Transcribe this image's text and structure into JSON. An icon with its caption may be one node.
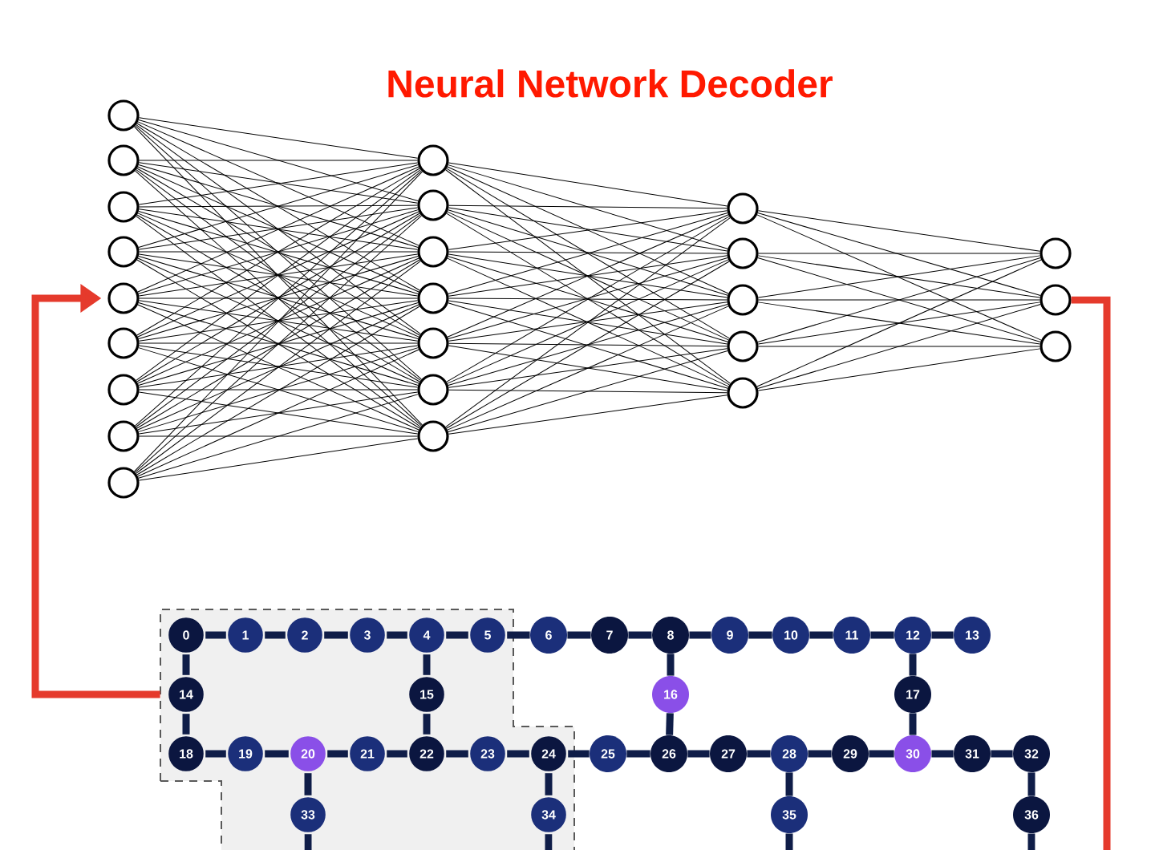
{
  "diagram": {
    "title": "Neural Network Decoder",
    "nodes": [
      {
        "text": [],
        "shape": "circle"
      },
      {
        "text": [],
        "shape": "circle"
      },
      {
        "text": [],
        "shape": "circle"
      },
      {
        "text": [],
        "shape": "circle"
      },
      {
        "text": [],
        "shape": "circle"
      },
      {
        "text": [],
        "shape": "circle"
      },
      {
        "text": [],
        "shape": "circle"
      },
      {
        "text": [],
        "shape": "circle"
      },
      {
        "text": [],
        "shape": "circle"
      },
      {
        "text": [],
        "shape": "circle"
      },
      {
        "text": [],
        "shape": "circle"
      },
      {
        "text": [],
        "shape": "circle"
      },
      {
        "text": [],
        "shape": "circle"
      },
      {
        "text": [],
        "shape": "circle"
      },
      {
        "text": [],
        "shape": "circle"
      },
      {
        "text": [],
        "shape": "circle"
      },
      {
        "text": [],
        "shape": "circle"
      },
      {
        "text": [],
        "shape": "circle"
      },
      {
        "text": [],
        "shape": "circle"
      },
      {
        "text": [],
        "shape": "circle"
      },
      {
        "text": [],
        "shape": "circle"
      },
      {
        "text": [],
        "shape": "circle"
      },
      {
        "text": [],
        "shape": "circle"
      },
      {
        "text": [],
        "shape": "circle"
      },
      {
        "text": [],
        "shape": "box"
      },
      {
        "text": [
          "0"
        ],
        "in": 24
      },
      {
        "text": [
          "1"
        ],
        "in": 24
      },
      {
        "text": [
          "2"
        ],
        "in": 24
      },
      {
        "text": [
          "3"
        ],
        "in": 24
      },
      {
        "text": [
          "4"
        ],
        "in": 24
      },
      {
        "text": [
          "5"
        ],
        "in": 24
      },
      {
        "text": [
          "6"
        ]
      },
      {
        "text": [
          "7"
        ]
      },
      {
        "text": [
          "8"
        ]
      },
      {
        "text": [
          "9"
        ]
      },
      {
        "text": [
          "10"
        ]
      },
      {
        "text": [
          "11"
        ]
      },
      {
        "text": [
          "12"
        ]
      },
      {
        "text": [
          "13"
        ]
      },
      {
        "text": [
          "14"
        ],
        "in": 24
      },
      {
        "text": [
          "15"
        ],
        "in": 24
      },
      {
        "text": [
          "16"
        ]
      },
      {
        "text": [
          "17"
        ]
      },
      {
        "text": [
          "18"
        ],
        "in": 24
      },
      {
        "text": [
          "19"
        ],
        "in": 24
      },
      {
        "text": [
          "20"
        ],
        "in": 24
      },
      {
        "text": [
          "21"
        ],
        "in": 24
      },
      {
        "text": [
          "22"
        ],
        "in": 24
      },
      {
        "text": [
          "23"
        ],
        "in": 24
      },
      {
        "text": [
          "24"
        ],
        "in": 24
      },
      {
        "text": [
          "25"
        ]
      },
      {
        "text": [
          "26"
        ]
      },
      {
        "text": [
          "27"
        ]
      },
      {
        "text": [
          "28"
        ]
      },
      {
        "text": [
          "29"
        ]
      },
      {
        "text": [
          "30"
        ]
      },
      {
        "text": [
          "31"
        ]
      },
      {
        "text": [
          "32"
        ]
      },
      {
        "text": [
          "33"
        ],
        "in": 24
      },
      {
        "text": [
          "34"
        ],
        "in": 24
      },
      {
        "text": [
          "35"
        ]
      },
      {
        "text": [
          "36"
        ]
      }
    ],
    "edges": [
      {
        "from": 0,
        "to": 9,
        "arrow": "none"
      },
      {
        "from": 0,
        "to": 10,
        "arrow": "none"
      },
      {
        "from": 0,
        "to": 11,
        "arrow": "none"
      },
      {
        "from": 0,
        "to": 12,
        "arrow": "none"
      },
      {
        "from": 0,
        "to": 13,
        "arrow": "none"
      },
      {
        "from": 0,
        "to": 14,
        "arrow": "none"
      },
      {
        "from": 0,
        "to": 15,
        "arrow": "none"
      },
      {
        "from": 1,
        "to": 9,
        "arrow": "none"
      },
      {
        "from": 1,
        "to": 10,
        "arrow": "none"
      },
      {
        "from": 1,
        "to": 11,
        "arrow": "none"
      },
      {
        "from": 1,
        "to": 12,
        "arrow": "none"
      },
      {
        "from": 1,
        "to": 13,
        "arrow": "none"
      },
      {
        "from": 1,
        "to": 14,
        "arrow": "none"
      },
      {
        "from": 1,
        "to": 15,
        "arrow": "none"
      },
      {
        "from": 2,
        "to": 9,
        "arrow": "none"
      },
      {
        "from": 2,
        "to": 10,
        "arrow": "none"
      },
      {
        "from": 2,
        "to": 11,
        "arrow": "none"
      },
      {
        "from": 2,
        "to": 12,
        "arrow": "none"
      },
      {
        "from": 2,
        "to": 13,
        "arrow": "none"
      },
      {
        "from": 2,
        "to": 14,
        "arrow": "none"
      },
      {
        "from": 2,
        "to": 15,
        "arrow": "none"
      },
      {
        "from": 3,
        "to": 9,
        "arrow": "none"
      },
      {
        "from": 3,
        "to": 10,
        "arrow": "none"
      },
      {
        "from": 3,
        "to": 11,
        "arrow": "none"
      },
      {
        "from": 3,
        "to": 12,
        "arrow": "none"
      },
      {
        "from": 3,
        "to": 13,
        "arrow": "none"
      },
      {
        "from": 3,
        "to": 14,
        "arrow": "none"
      },
      {
        "from": 3,
        "to": 15,
        "arrow": "none"
      },
      {
        "from": 4,
        "to": 9,
        "arrow": "none"
      },
      {
        "from": 4,
        "to": 10,
        "arrow": "none"
      },
      {
        "from": 4,
        "to": 11,
        "arrow": "none"
      },
      {
        "from": 4,
        "to": 12,
        "arrow": "none"
      },
      {
        "from": 4,
        "to": 13,
        "arrow": "none"
      },
      {
        "from": 4,
        "to": 14,
        "arrow": "none"
      },
      {
        "from": 4,
        "to": 15,
        "arrow": "none"
      },
      {
        "from": 5,
        "to": 9,
        "arrow": "none"
      },
      {
        "from": 5,
        "to": 10,
        "arrow": "none"
      },
      {
        "from": 5,
        "to": 11,
        "arrow": "none"
      },
      {
        "from": 5,
        "to": 12,
        "arrow": "none"
      },
      {
        "from": 5,
        "to": 13,
        "arrow": "none"
      },
      {
        "from": 5,
        "to": 14,
        "arrow": "none"
      },
      {
        "from": 5,
        "to": 15,
        "arrow": "none"
      },
      {
        "from": 6,
        "to": 9,
        "arrow": "none"
      },
      {
        "from": 6,
        "to": 10,
        "arrow": "none"
      },
      {
        "from": 6,
        "to": 11,
        "arrow": "none"
      },
      {
        "from": 6,
        "to": 12,
        "arrow": "none"
      },
      {
        "from": 6,
        "to": 13,
        "arrow": "none"
      },
      {
        "from": 6,
        "to": 14,
        "arrow": "none"
      },
      {
        "from": 6,
        "to": 15,
        "arrow": "none"
      },
      {
        "from": 7,
        "to": 9,
        "arrow": "none"
      },
      {
        "from": 7,
        "to": 10,
        "arrow": "none"
      },
      {
        "from": 7,
        "to": 11,
        "arrow": "none"
      },
      {
        "from": 7,
        "to": 12,
        "arrow": "none"
      },
      {
        "from": 7,
        "to": 13,
        "arrow": "none"
      },
      {
        "from": 7,
        "to": 14,
        "arrow": "none"
      },
      {
        "from": 7,
        "to": 15,
        "arrow": "none"
      },
      {
        "from": 8,
        "to": 9,
        "arrow": "none"
      },
      {
        "from": 8,
        "to": 10,
        "arrow": "none"
      },
      {
        "from": 8,
        "to": 11,
        "arrow": "none"
      },
      {
        "from": 8,
        "to": 12,
        "arrow": "none"
      },
      {
        "from": 8,
        "to": 13,
        "arrow": "none"
      },
      {
        "from": 8,
        "to": 14,
        "arrow": "none"
      },
      {
        "from": 8,
        "to": 15,
        "arrow": "none"
      },
      {
        "from": 9,
        "to": 16,
        "arrow": "none"
      },
      {
        "from": 9,
        "to": 17,
        "arrow": "none"
      },
      {
        "from": 9,
        "to": 18,
        "arrow": "none"
      },
      {
        "from": 9,
        "to": 19,
        "arrow": "none"
      },
      {
        "from": 9,
        "to": 20,
        "arrow": "none"
      },
      {
        "from": 10,
        "to": 16,
        "arrow": "none"
      },
      {
        "from": 10,
        "to": 17,
        "arrow": "none"
      },
      {
        "from": 10,
        "to": 18,
        "arrow": "none"
      },
      {
        "from": 10,
        "to": 19,
        "arrow": "none"
      },
      {
        "from": 10,
        "to": 20,
        "arrow": "none"
      },
      {
        "from": 11,
        "to": 16,
        "arrow": "none"
      },
      {
        "from": 11,
        "to": 17,
        "arrow": "none"
      },
      {
        "from": 11,
        "to": 18,
        "arrow": "none"
      },
      {
        "from": 11,
        "to": 19,
        "arrow": "none"
      },
      {
        "from": 11,
        "to": 20,
        "arrow": "none"
      },
      {
        "from": 12,
        "to": 16,
        "arrow": "none"
      },
      {
        "from": 12,
        "to": 17,
        "arrow": "none"
      },
      {
        "from": 12,
        "to": 18,
        "arrow": "none"
      },
      {
        "from": 12,
        "to": 19,
        "arrow": "none"
      },
      {
        "from": 12,
        "to": 20,
        "arrow": "none"
      },
      {
        "from": 13,
        "to": 16,
        "arrow": "none"
      },
      {
        "from": 13,
        "to": 17,
        "arrow": "none"
      },
      {
        "from": 13,
        "to": 18,
        "arrow": "none"
      },
      {
        "from": 13,
        "to": 19,
        "arrow": "none"
      },
      {
        "from": 13,
        "to": 20,
        "arrow": "none"
      },
      {
        "from": 14,
        "to": 16,
        "arrow": "none"
      },
      {
        "from": 14,
        "to": 17,
        "arrow": "none"
      },
      {
        "from": 14,
        "to": 18,
        "arrow": "none"
      },
      {
        "from": 14,
        "to": 19,
        "arrow": "none"
      },
      {
        "from": 14,
        "to": 20,
        "arrow": "none"
      },
      {
        "from": 15,
        "to": 16,
        "arrow": "none"
      },
      {
        "from": 15,
        "to": 17,
        "arrow": "none"
      },
      {
        "from": 15,
        "to": 18,
        "arrow": "none"
      },
      {
        "from": 15,
        "to": 19,
        "arrow": "none"
      },
      {
        "from": 15,
        "to": 20,
        "arrow": "none"
      },
      {
        "from": 16,
        "to": 21,
        "arrow": "none"
      },
      {
        "from": 16,
        "to": 22,
        "arrow": "none"
      },
      {
        "from": 16,
        "to": 23,
        "arrow": "none"
      },
      {
        "from": 17,
        "to": 21,
        "arrow": "none"
      },
      {
        "from": 17,
        "to": 22,
        "arrow": "none"
      },
      {
        "from": 17,
        "to": 23,
        "arrow": "none"
      },
      {
        "from": 18,
        "to": 21,
        "arrow": "none"
      },
      {
        "from": 18,
        "to": 22,
        "arrow": "none"
      },
      {
        "from": 18,
        "to": 23,
        "arrow": "none"
      },
      {
        "from": 19,
        "to": 21,
        "arrow": "none"
      },
      {
        "from": 19,
        "to": 22,
        "arrow": "none"
      },
      {
        "from": 19,
        "to": 23,
        "arrow": "none"
      },
      {
        "from": 20,
        "to": 21,
        "arrow": "none"
      },
      {
        "from": 20,
        "to": 22,
        "arrow": "none"
      },
      {
        "from": 20,
        "to": 23,
        "arrow": "none"
      },
      {
        "from": 25,
        "to": 26,
        "arrow": "none",
        "style": "thick",
        "color": "#0f1d48"
      },
      {
        "from": 26,
        "to": 27,
        "arrow": "none",
        "style": "thick",
        "color": "#0f1d48"
      },
      {
        "from": 27,
        "to": 28,
        "arrow": "none",
        "style": "thick",
        "color": "#0f1d48"
      },
      {
        "from": 28,
        "to": 29,
        "arrow": "none",
        "style": "thick",
        "color": "#0f1d48"
      },
      {
        "from": 29,
        "to": 30,
        "arrow": "none",
        "style": "thick",
        "color": "#0f1d48"
      },
      {
        "from": 30,
        "to": 31,
        "arrow": "none",
        "style": "thick",
        "color": "#0f1d48"
      },
      {
        "from": 31,
        "to": 32,
        "arrow": "none",
        "style": "thick",
        "color": "#0f1d48"
      },
      {
        "from": 32,
        "to": 33,
        "arrow": "none",
        "style": "thick",
        "color": "#0f1d48"
      },
      {
        "from": 33,
        "to": 34,
        "arrow": "none",
        "style": "thick",
        "color": "#0f1d48"
      },
      {
        "from": 34,
        "to": 35,
        "arrow": "none",
        "style": "thick",
        "color": "#0f1d48"
      },
      {
        "from": 35,
        "to": 36,
        "arrow": "none",
        "style": "thick",
        "color": "#0f1d48"
      },
      {
        "from": 36,
        "to": 37,
        "arrow": "none",
        "style": "thick",
        "color": "#0f1d48"
      },
      {
        "from": 37,
        "to": 38,
        "arrow": "none",
        "style": "thick",
        "color": "#0f1d48"
      },
      {
        "from": 25,
        "to": 39,
        "arrow": "none",
        "style": "thick",
        "color": "#0f1d48"
      },
      {
        "from": 39,
        "to": 43,
        "arrow": "none",
        "style": "thick",
        "color": "#0f1d48"
      },
      {
        "from": 29,
        "to": 40,
        "arrow": "none",
        "style": "thick",
        "color": "#0f1d48"
      },
      {
        "from": 40,
        "to": 47,
        "arrow": "none",
        "style": "thick",
        "color": "#0f1d48"
      },
      {
        "from": 33,
        "to": 41,
        "arrow": "none",
        "style": "thick",
        "color": "#0f1d48"
      },
      {
        "from": 41,
        "to": 51,
        "arrow": "none",
        "style": "thick",
        "color": "#0f1d48"
      },
      {
        "from": 37,
        "to": 42,
        "arrow": "none",
        "style": "thick",
        "color": "#0f1d48"
      },
      {
        "from": 42,
        "to": 55,
        "arrow": "none",
        "style": "thick",
        "color": "#0f1d48"
      },
      {
        "from": 43,
        "to": 44,
        "arrow": "none",
        "style": "thick",
        "color": "#0f1d48"
      },
      {
        "from": 44,
        "to": 45,
        "arrow": "none",
        "style": "thick",
        "color": "#0f1d48"
      },
      {
        "from": 45,
        "to": 46,
        "arrow": "none",
        "style": "thick",
        "color": "#0f1d48"
      },
      {
        "from": 46,
        "to": 47,
        "arrow": "none",
        "style": "thick",
        "color": "#0f1d48"
      },
      {
        "from": 47,
        "to": 48,
        "arrow": "none",
        "style": "thick",
        "color": "#0f1d48"
      },
      {
        "from": 48,
        "to": 49,
        "arrow": "none",
        "style": "thick",
        "color": "#0f1d48"
      },
      {
        "from": 49,
        "to": 50,
        "arrow": "none",
        "style": "thick",
        "color": "#0f1d48"
      },
      {
        "from": 50,
        "to": 51,
        "arrow": "none",
        "style": "thick",
        "color": "#0f1d48"
      },
      {
        "from": 51,
        "to": 52,
        "arrow": "none",
        "style": "thick",
        "color": "#0f1d48"
      },
      {
        "from": 52,
        "to": 53,
        "arrow": "none",
        "style": "thick",
        "color": "#0f1d48"
      },
      {
        "from": 53,
        "to": 54,
        "arrow": "none",
        "style": "thick",
        "color": "#0f1d48"
      },
      {
        "from": 54,
        "to": 55,
        "arrow": "none",
        "style": "thick",
        "color": "#0f1d48"
      },
      {
        "from": 55,
        "to": 56,
        "arrow": "none",
        "style": "thick",
        "color": "#0f1d48"
      },
      {
        "from": 56,
        "to": 57,
        "arrow": "none",
        "style": "thick",
        "color": "#0f1d48"
      },
      {
        "from": 45,
        "to": 58,
        "arrow": "none",
        "style": "thick",
        "color": "#0f1d48"
      },
      {
        "from": 49,
        "to": 59,
        "arrow": "none",
        "style": "thick",
        "color": "#0f1d48"
      },
      {
        "from": 53,
        "to": 60,
        "arrow": "none",
        "style": "thick",
        "color": "#0f1d48"
      },
      {
        "from": 57,
        "to": 61,
        "arrow": "none",
        "style": "thick",
        "color": "#0f1d48"
      },
      {
        "from": 58,
        "to": null,
        "arrow": "none",
        "style": "thick",
        "color": "#0f1d48"
      },
      {
        "from": 59,
        "to": null,
        "arrow": "none",
        "style": "thick",
        "color": "#0f1d48"
      },
      {
        "from": 60,
        "to": null,
        "arrow": "none",
        "style": "thick",
        "color": "#0f1d48"
      },
      {
        "from": 61,
        "to": null,
        "arrow": "none",
        "style": "thick",
        "color": "#0f1d48"
      },
      {
        "from": 24,
        "to": 4,
        "arrow": "to",
        "style": "thick",
        "color": "#e53a2c"
      },
      {
        "from": 22,
        "to": null,
        "arrow": "none",
        "style": "thick",
        "color": "#e53a2c"
      }
    ]
  }
}
